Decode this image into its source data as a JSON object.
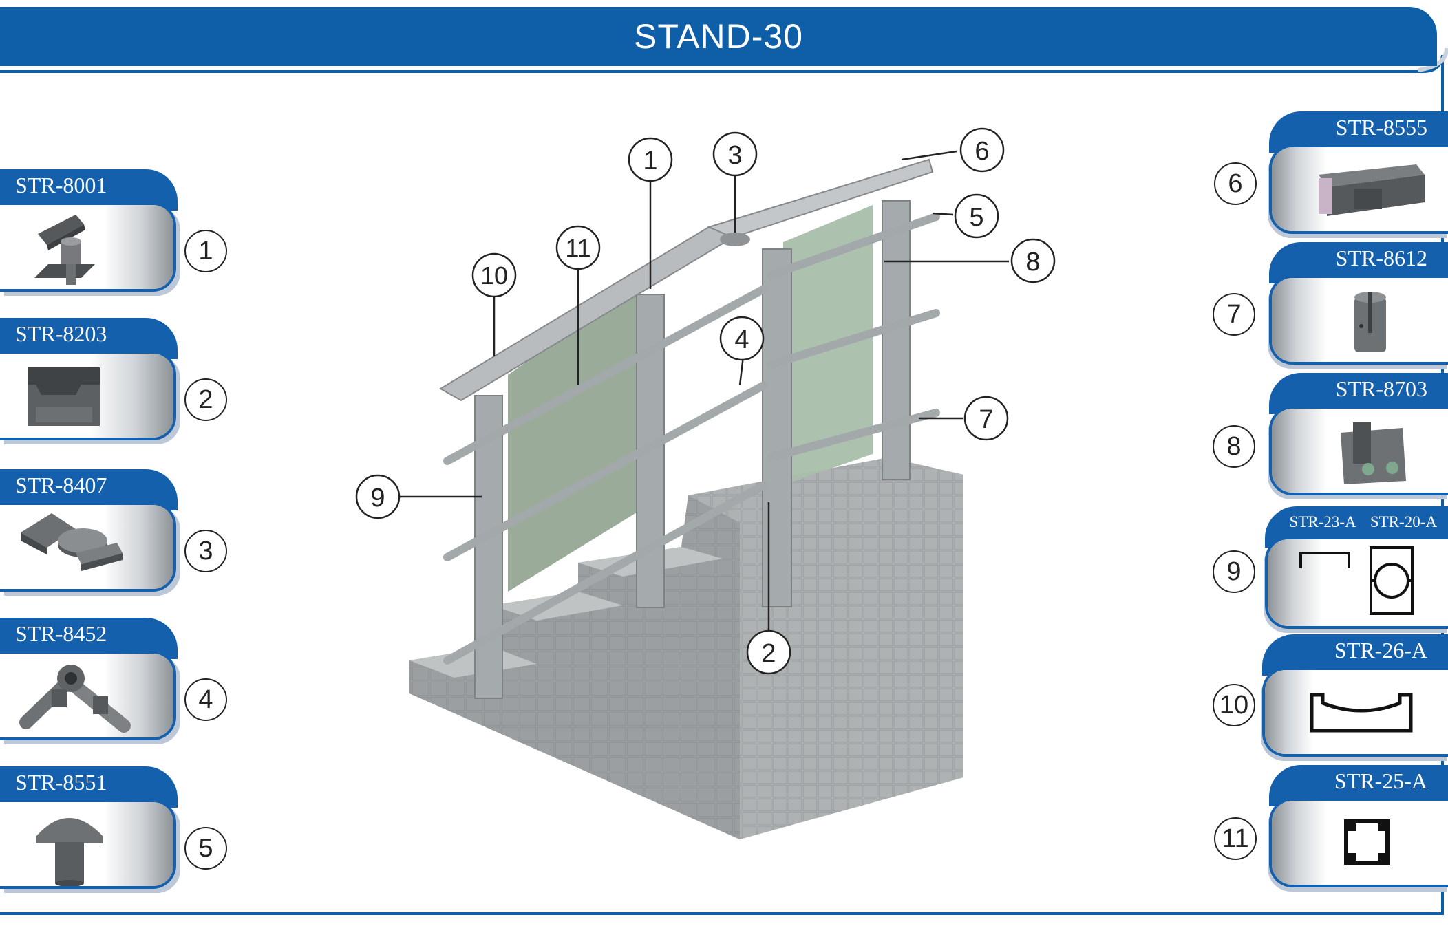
{
  "title": "STAND-30",
  "left_parts": [
    {
      "code": "STR-8001",
      "number": "1",
      "icon": "post-base-icon"
    },
    {
      "code": "STR-8203",
      "number": "2",
      "icon": "post-cap-block-icon"
    },
    {
      "code": "STR-8407",
      "number": "3",
      "icon": "swivel-joint-icon"
    },
    {
      "code": "STR-8452",
      "number": "4",
      "icon": "angle-connector-icon"
    },
    {
      "code": "STR-8551",
      "number": "5",
      "icon": "end-cap-icon"
    }
  ],
  "right_parts": [
    {
      "code": "STR-8555",
      "number": "6",
      "icon": "handrail-bracket-icon"
    },
    {
      "code": "STR-8612",
      "number": "7",
      "icon": "cylinder-holder-icon"
    },
    {
      "code": "STR-8703",
      "number": "8",
      "icon": "glass-clamp-icon"
    },
    {
      "codes": [
        "STR-23-A",
        "STR-20-A"
      ],
      "number": "9",
      "icon": "post-profile-icon"
    },
    {
      "code": "STR-26-A",
      "number": "10",
      "icon": "handrail-profile-icon"
    },
    {
      "code": "STR-25-A",
      "number": "11",
      "icon": "square-tube-profile-icon"
    }
  ],
  "diagram_callouts": [
    "1",
    "2",
    "3",
    "4",
    "5",
    "6",
    "7",
    "8",
    "9",
    "10",
    "11"
  ],
  "colors": {
    "brand_blue": "#0f5fa8",
    "tab_blue": "#1560ad",
    "glass": "#9aab9b",
    "stone": "#9ea3a6"
  }
}
